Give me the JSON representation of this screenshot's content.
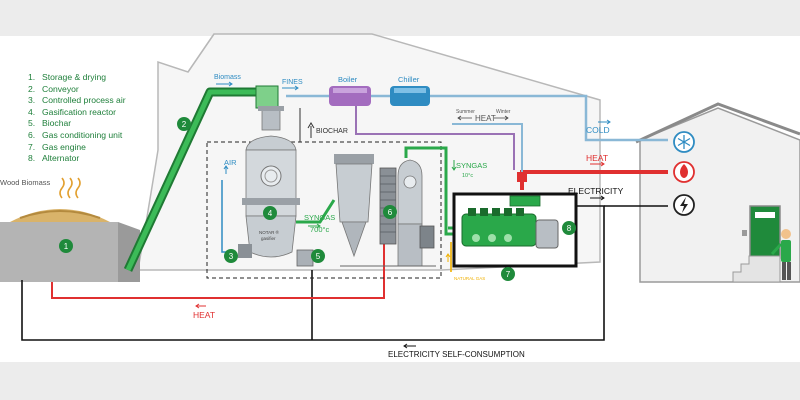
{
  "legend": [
    {
      "num": "1.",
      "label": "Storage & drying"
    },
    {
      "num": "2.",
      "label": "Conveyor"
    },
    {
      "num": "3.",
      "label": "Controlled process air"
    },
    {
      "num": "4.",
      "label": "Gasification reactor"
    },
    {
      "num": "5.",
      "label": "Biochar"
    },
    {
      "num": "6.",
      "label": "Gas conditioning unit"
    },
    {
      "num": "7.",
      "label": "Gas engine"
    },
    {
      "num": "8.",
      "label": "Alternator"
    }
  ],
  "labels": {
    "wood_biomass": "Wood Biomass",
    "biomass": "Biomass",
    "fines": "FINES",
    "boiler": "Boiler",
    "chiller": "Chiller",
    "summer": "Summer",
    "winter": "Winter",
    "heat_top": "HEAT",
    "biochar": "BIOCHAR",
    "air": "AIR",
    "syngas_left": "SYNGAS",
    "syngas_left_temp": "700°c",
    "syngas_right": "SYNGAS",
    "syngas_right_temp": "10°c",
    "cold": "COLD",
    "heat_right": "HEAT",
    "electricity": "ELECTRICITY",
    "natural_gas": "NATURAL GAS",
    "heat_bottom": "HEAT",
    "electricity_self": "ELECTRICITY SELF-CONSUMPTION",
    "gasifier_brand": "NOTAR ®",
    "gasifier_word": "gasifier"
  },
  "markers": [
    "1",
    "2",
    "3",
    "4",
    "5",
    "6",
    "7",
    "8"
  ],
  "colors": {
    "green": "#1f8a3b",
    "conveyor": "#2aa84a",
    "blue_line": "#8ab8d6",
    "red_line": "#e03030",
    "purple_line": "#9a72b5",
    "natural_gas": "#f0b000"
  },
  "icons": [
    "snowflake-icon",
    "flame-icon",
    "lightning-icon"
  ]
}
